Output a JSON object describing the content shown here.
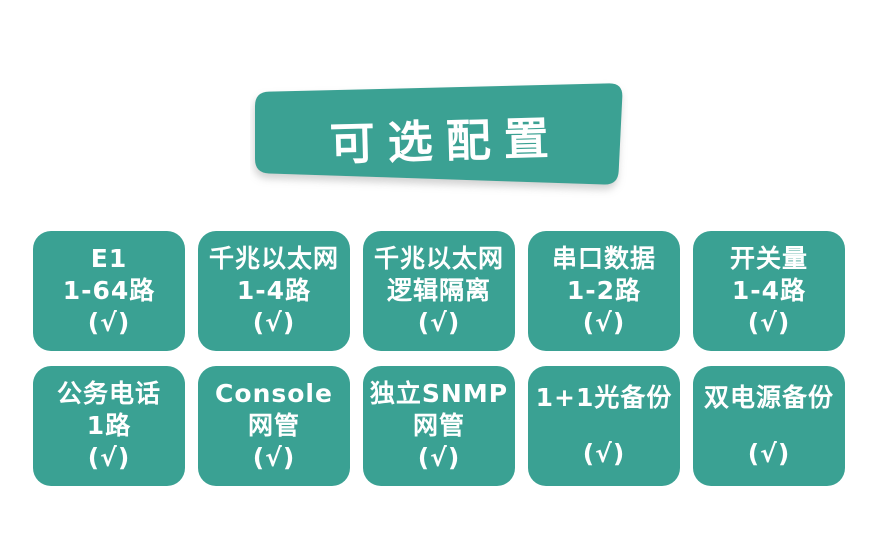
{
  "colors": {
    "accent": "#3aa193",
    "text_on_accent": "#ffffff",
    "background": "#ffffff"
  },
  "banner": {
    "title": "可选配置"
  },
  "cards": [
    {
      "lines": [
        "E1",
        "1-64路",
        "(√)"
      ]
    },
    {
      "lines": [
        "千兆以太网",
        "1-4路",
        "(√)"
      ]
    },
    {
      "lines": [
        "千兆以太网",
        "逻辑隔离",
        "(√)"
      ]
    },
    {
      "lines": [
        "串口数据",
        "1-2路",
        "(√)"
      ]
    },
    {
      "lines": [
        "开关量",
        "1-4路",
        "(√)"
      ]
    },
    {
      "lines": [
        "公务电话",
        "1路",
        "(√)"
      ]
    },
    {
      "lines": [
        "Console",
        "网管",
        "(√)"
      ]
    },
    {
      "lines": [
        "独立SNMP",
        "网管",
        "(√)"
      ]
    },
    {
      "lines": [
        "1+1光备份",
        "(√)"
      ]
    },
    {
      "lines": [
        "双电源备份",
        "(√)"
      ]
    }
  ]
}
